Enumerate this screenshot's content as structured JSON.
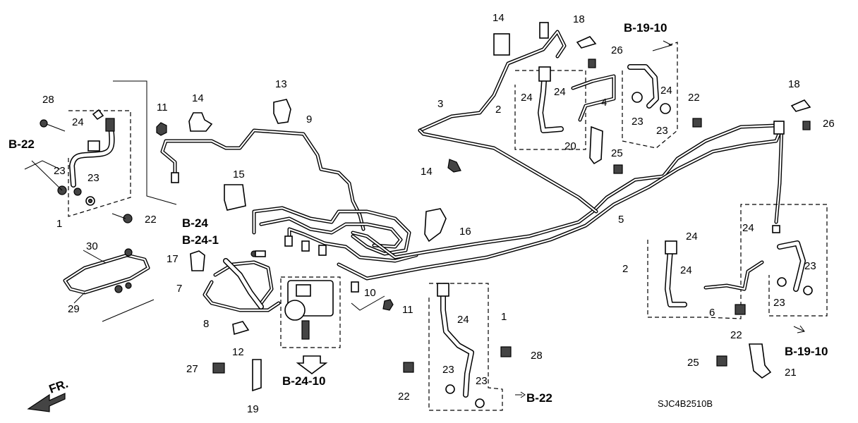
{
  "diagram": {
    "catalog_code": "SJC4B2510B",
    "front_indicator": "FR.",
    "references": {
      "b22_left": "B-22",
      "b22_bottom": "B-22",
      "b24": "B-24",
      "b24_1": "B-24-1",
      "b24_10": "B-24-10",
      "b19_10_top": "B-19-10",
      "b19_10_bottom": "B-19-10"
    },
    "callouts": [
      {
        "id": "c28a",
        "label": "28"
      },
      {
        "id": "c24a",
        "label": "24"
      },
      {
        "id": "c23a",
        "label": "23"
      },
      {
        "id": "c23b",
        "label": "23"
      },
      {
        "id": "c1a",
        "label": "1"
      },
      {
        "id": "c22a",
        "label": "22"
      },
      {
        "id": "c11a",
        "label": "11"
      },
      {
        "id": "c14a",
        "label": "14"
      },
      {
        "id": "c13",
        "label": "13"
      },
      {
        "id": "c9",
        "label": "9"
      },
      {
        "id": "c15",
        "label": "15"
      },
      {
        "id": "c30",
        "label": "30"
      },
      {
        "id": "c29",
        "label": "29"
      },
      {
        "id": "c17",
        "label": "17"
      },
      {
        "id": "c7",
        "label": "7"
      },
      {
        "id": "c8",
        "label": "8"
      },
      {
        "id": "c12",
        "label": "12"
      },
      {
        "id": "c27",
        "label": "27"
      },
      {
        "id": "c19",
        "label": "19"
      },
      {
        "id": "c10",
        "label": "10"
      },
      {
        "id": "c11b",
        "label": "11"
      },
      {
        "id": "c16",
        "label": "16"
      },
      {
        "id": "c3",
        "label": "3"
      },
      {
        "id": "c14b",
        "label": "14"
      },
      {
        "id": "c14c",
        "label": "14"
      },
      {
        "id": "c2a",
        "label": "2"
      },
      {
        "id": "c24b",
        "label": "24"
      },
      {
        "id": "c24c",
        "label": "24"
      },
      {
        "id": "c18a",
        "label": "18"
      },
      {
        "id": "c26a",
        "label": "26"
      },
      {
        "id": "c4",
        "label": "4"
      },
      {
        "id": "c20",
        "label": "20"
      },
      {
        "id": "c25a",
        "label": "25"
      },
      {
        "id": "c23c",
        "label": "23"
      },
      {
        "id": "c23d",
        "label": "23"
      },
      {
        "id": "c24d",
        "label": "24"
      },
      {
        "id": "c22b",
        "label": "22"
      },
      {
        "id": "c18b",
        "label": "18"
      },
      {
        "id": "c26b",
        "label": "26"
      },
      {
        "id": "c5",
        "label": "5"
      },
      {
        "id": "c24e",
        "label": "24"
      },
      {
        "id": "c24f",
        "label": "24"
      },
      {
        "id": "c24g",
        "label": "24"
      },
      {
        "id": "c2b",
        "label": "2"
      },
      {
        "id": "c6",
        "label": "6"
      },
      {
        "id": "c22c",
        "label": "22"
      },
      {
        "id": "c23e",
        "label": "23"
      },
      {
        "id": "c23f",
        "label": "23"
      },
      {
        "id": "c25b",
        "label": "25"
      },
      {
        "id": "c21",
        "label": "21"
      },
      {
        "id": "c24h",
        "label": "24"
      },
      {
        "id": "c1b",
        "label": "1"
      },
      {
        "id": "c28b",
        "label": "28"
      },
      {
        "id": "c23g",
        "label": "23"
      },
      {
        "id": "c23h",
        "label": "23"
      },
      {
        "id": "c22d",
        "label": "22"
      }
    ]
  }
}
